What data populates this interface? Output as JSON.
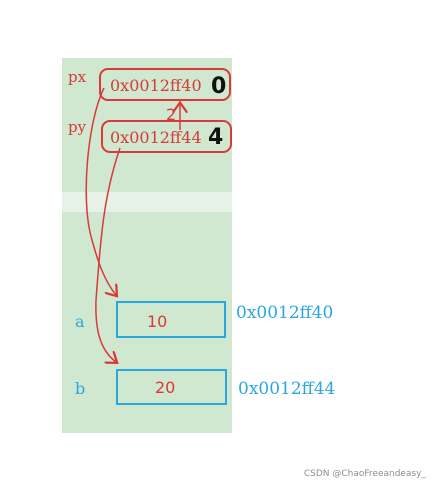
{
  "pointers": [
    {
      "name": "px",
      "value": "0x0012ff40",
      "overwrite": "0"
    },
    {
      "name": "py",
      "value": "0x0012ff44",
      "overwrite": "4"
    }
  ],
  "increment_note": "2",
  "variables": [
    {
      "name": "a",
      "value": "10",
      "address": "0x0012ff40"
    },
    {
      "name": "b",
      "value": "20",
      "address": "0x0012ff44"
    }
  ],
  "watermark": "CSDN @ChaoFreeandeasy_",
  "colors": {
    "panel": "#cfe8cf",
    "stripe": "#e5f2e5",
    "red": "#d83a3a",
    "blue": "#2aa7df"
  }
}
